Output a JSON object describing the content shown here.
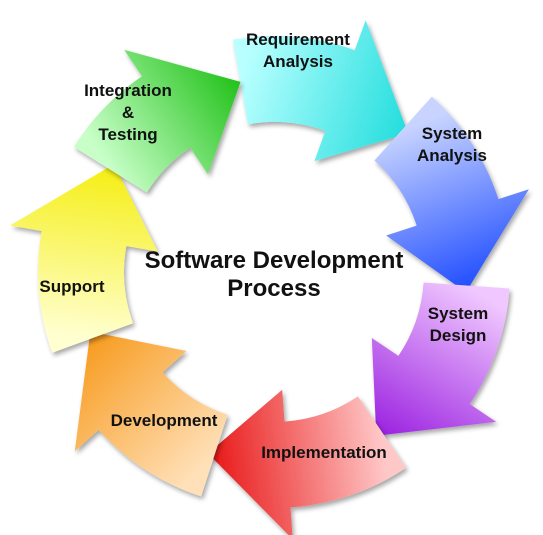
{
  "title": {
    "line1": "Software Development",
    "line2": "Process"
  },
  "stages": [
    {
      "id": "requirement-analysis",
      "lines": [
        "Requirement",
        "Analysis"
      ],
      "color_start": "#b8ffff",
      "color_end": "#22dddd"
    },
    {
      "id": "system-analysis",
      "lines": [
        "System",
        "Analysis"
      ],
      "color_start": "#c8d4ff",
      "color_end": "#1f4cff"
    },
    {
      "id": "system-design",
      "lines": [
        "System",
        "Design"
      ],
      "color_start": "#f0c8ff",
      "color_end": "#9a1fe0"
    },
    {
      "id": "implementation",
      "lines": [
        "Implementation"
      ],
      "color_start": "#ffc8c8",
      "color_end": "#e81515"
    },
    {
      "id": "development",
      "lines": [
        "Development"
      ],
      "color_start": "#ffe0b8",
      "color_end": "#f79a1c"
    },
    {
      "id": "support",
      "lines": [
        "Support"
      ],
      "color_start": "#ffffd0",
      "color_end": "#f5ee10"
    },
    {
      "id": "integration-testing",
      "lines": [
        "Integration",
        "&",
        "Testing"
      ],
      "color_start": "#c8ffc8",
      "color_end": "#22c21a"
    }
  ]
}
